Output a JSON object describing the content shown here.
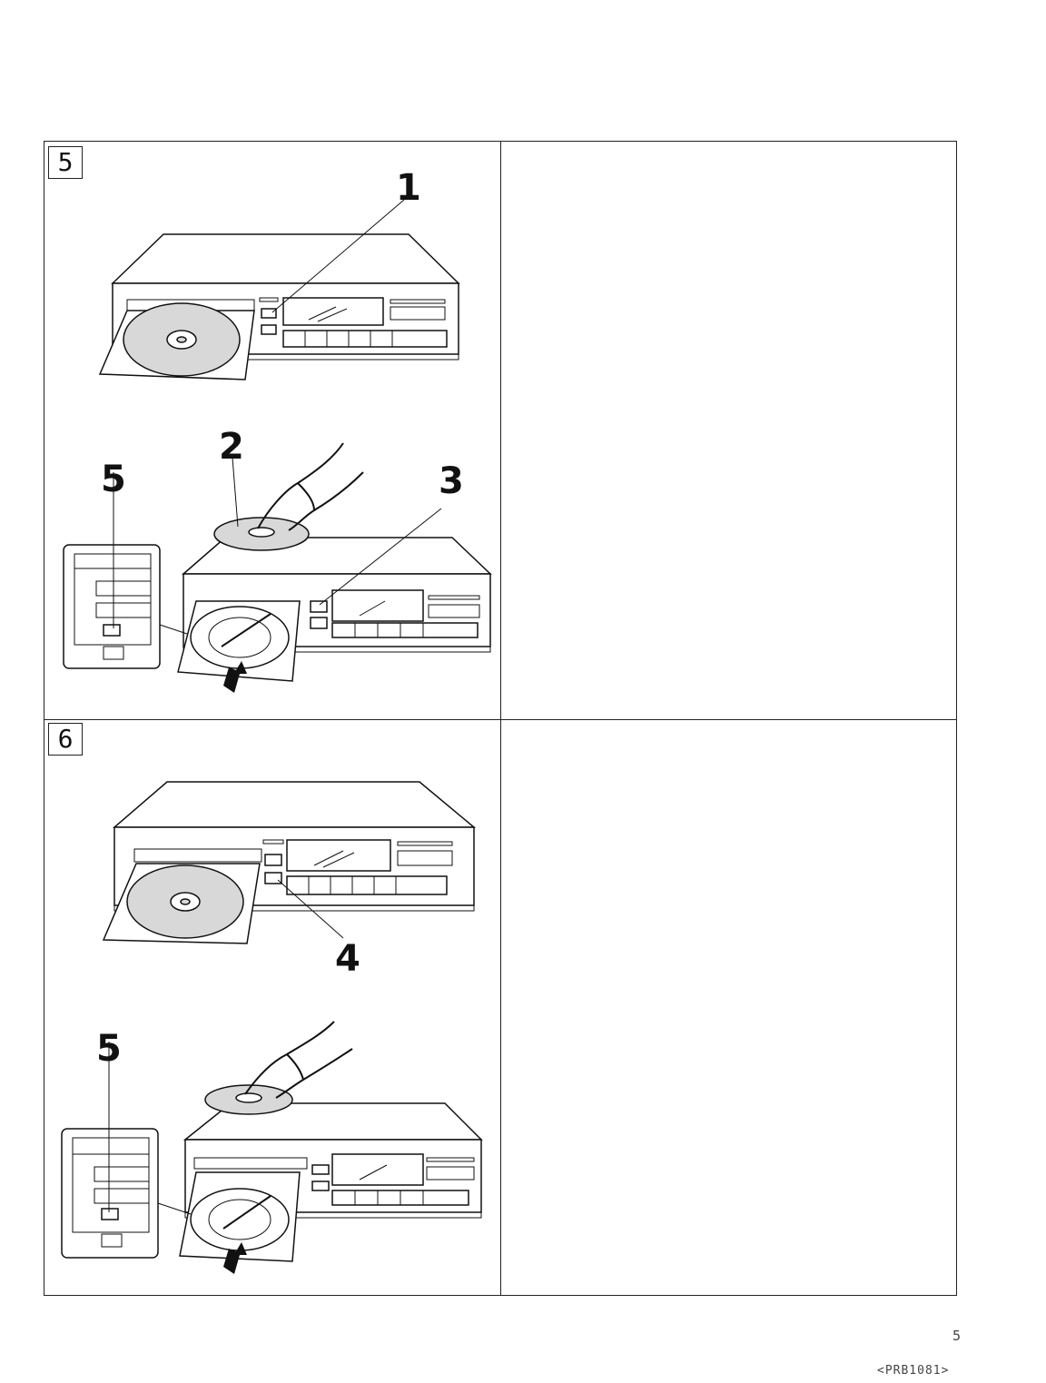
{
  "steps": [
    {
      "number": "5",
      "callouts": [
        "1",
        "2",
        "3",
        "5"
      ]
    },
    {
      "number": "6",
      "callouts": [
        "4",
        "5"
      ]
    }
  ],
  "page_number": "5",
  "document_id": "<PRB1081>"
}
